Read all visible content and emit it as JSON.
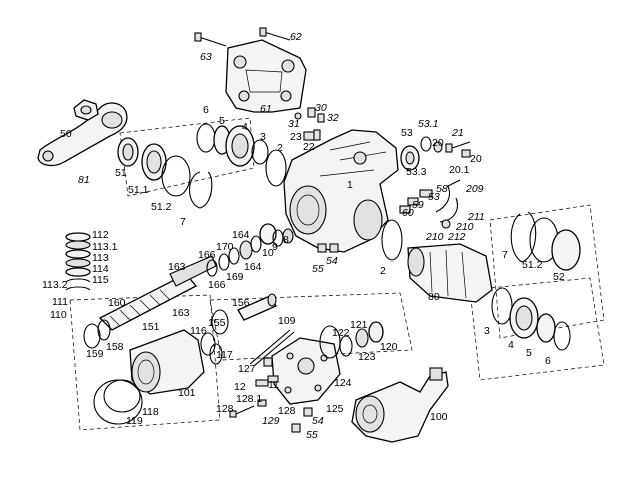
{
  "callouts": {
    "c63": "63",
    "c62": "62",
    "c61": "61",
    "c50": "50",
    "c81": "81",
    "c6a": "6",
    "c5a": "5",
    "c4": "4",
    "c3a": "3",
    "c2a": "2",
    "c51": "51",
    "c51_1": "51.1",
    "c51_2a": "51.2",
    "c7a": "7",
    "c31": "31",
    "c30": "30",
    "c32": "32",
    "c23": "23",
    "c22": "22",
    "c53": "53",
    "c53_1": "53.1",
    "c21": "21",
    "c20a": "20",
    "c20b": "20",
    "c20_1": "20.1",
    "c53_3": "53.3",
    "c1": "1",
    "c58": "58",
    "c53_2": "53",
    "c59": "59",
    "c60": "60",
    "c209": "209",
    "c211": "211",
    "c210a": "210",
    "c212": "212",
    "c210b": "210",
    "c112": "112",
    "c113_1": "113.1",
    "c113": "113",
    "c114": "114",
    "c115": "115",
    "c113_2": "113.2",
    "c111": "111",
    "c110": "110",
    "c160": "160",
    "c163a": "163",
    "c163b": "163",
    "c166a": "166",
    "c166b": "166",
    "c170": "170",
    "c164a": "164",
    "c164b": "164",
    "c169": "169",
    "c10": "10",
    "c9": "9",
    "c8": "8",
    "c54a": "54",
    "c55a": "55",
    "c2b": "2",
    "c80": "80",
    "c7b": "7",
    "c51_2b": "51.2",
    "c52": "52",
    "c3b": "3",
    "c4b": "4",
    "c5b": "5",
    "c6b": "6",
    "c151": "151",
    "c156": "156",
    "c155": "155",
    "c116": "116",
    "c109": "109",
    "c158": "158",
    "c159": "159",
    "c117": "117",
    "c101": "101",
    "c122": "122",
    "c121": "121",
    "c123": "123",
    "c120": "120",
    "c127": "127",
    "c12": "12",
    "c11": "11",
    "c124": "124",
    "c128_1": "128.1",
    "c128a": "128",
    "c128b": "128",
    "c129": "129",
    "c125": "125",
    "c54b": "54",
    "c55b": "55",
    "c118": "118",
    "c119": "119",
    "c100": "100"
  }
}
